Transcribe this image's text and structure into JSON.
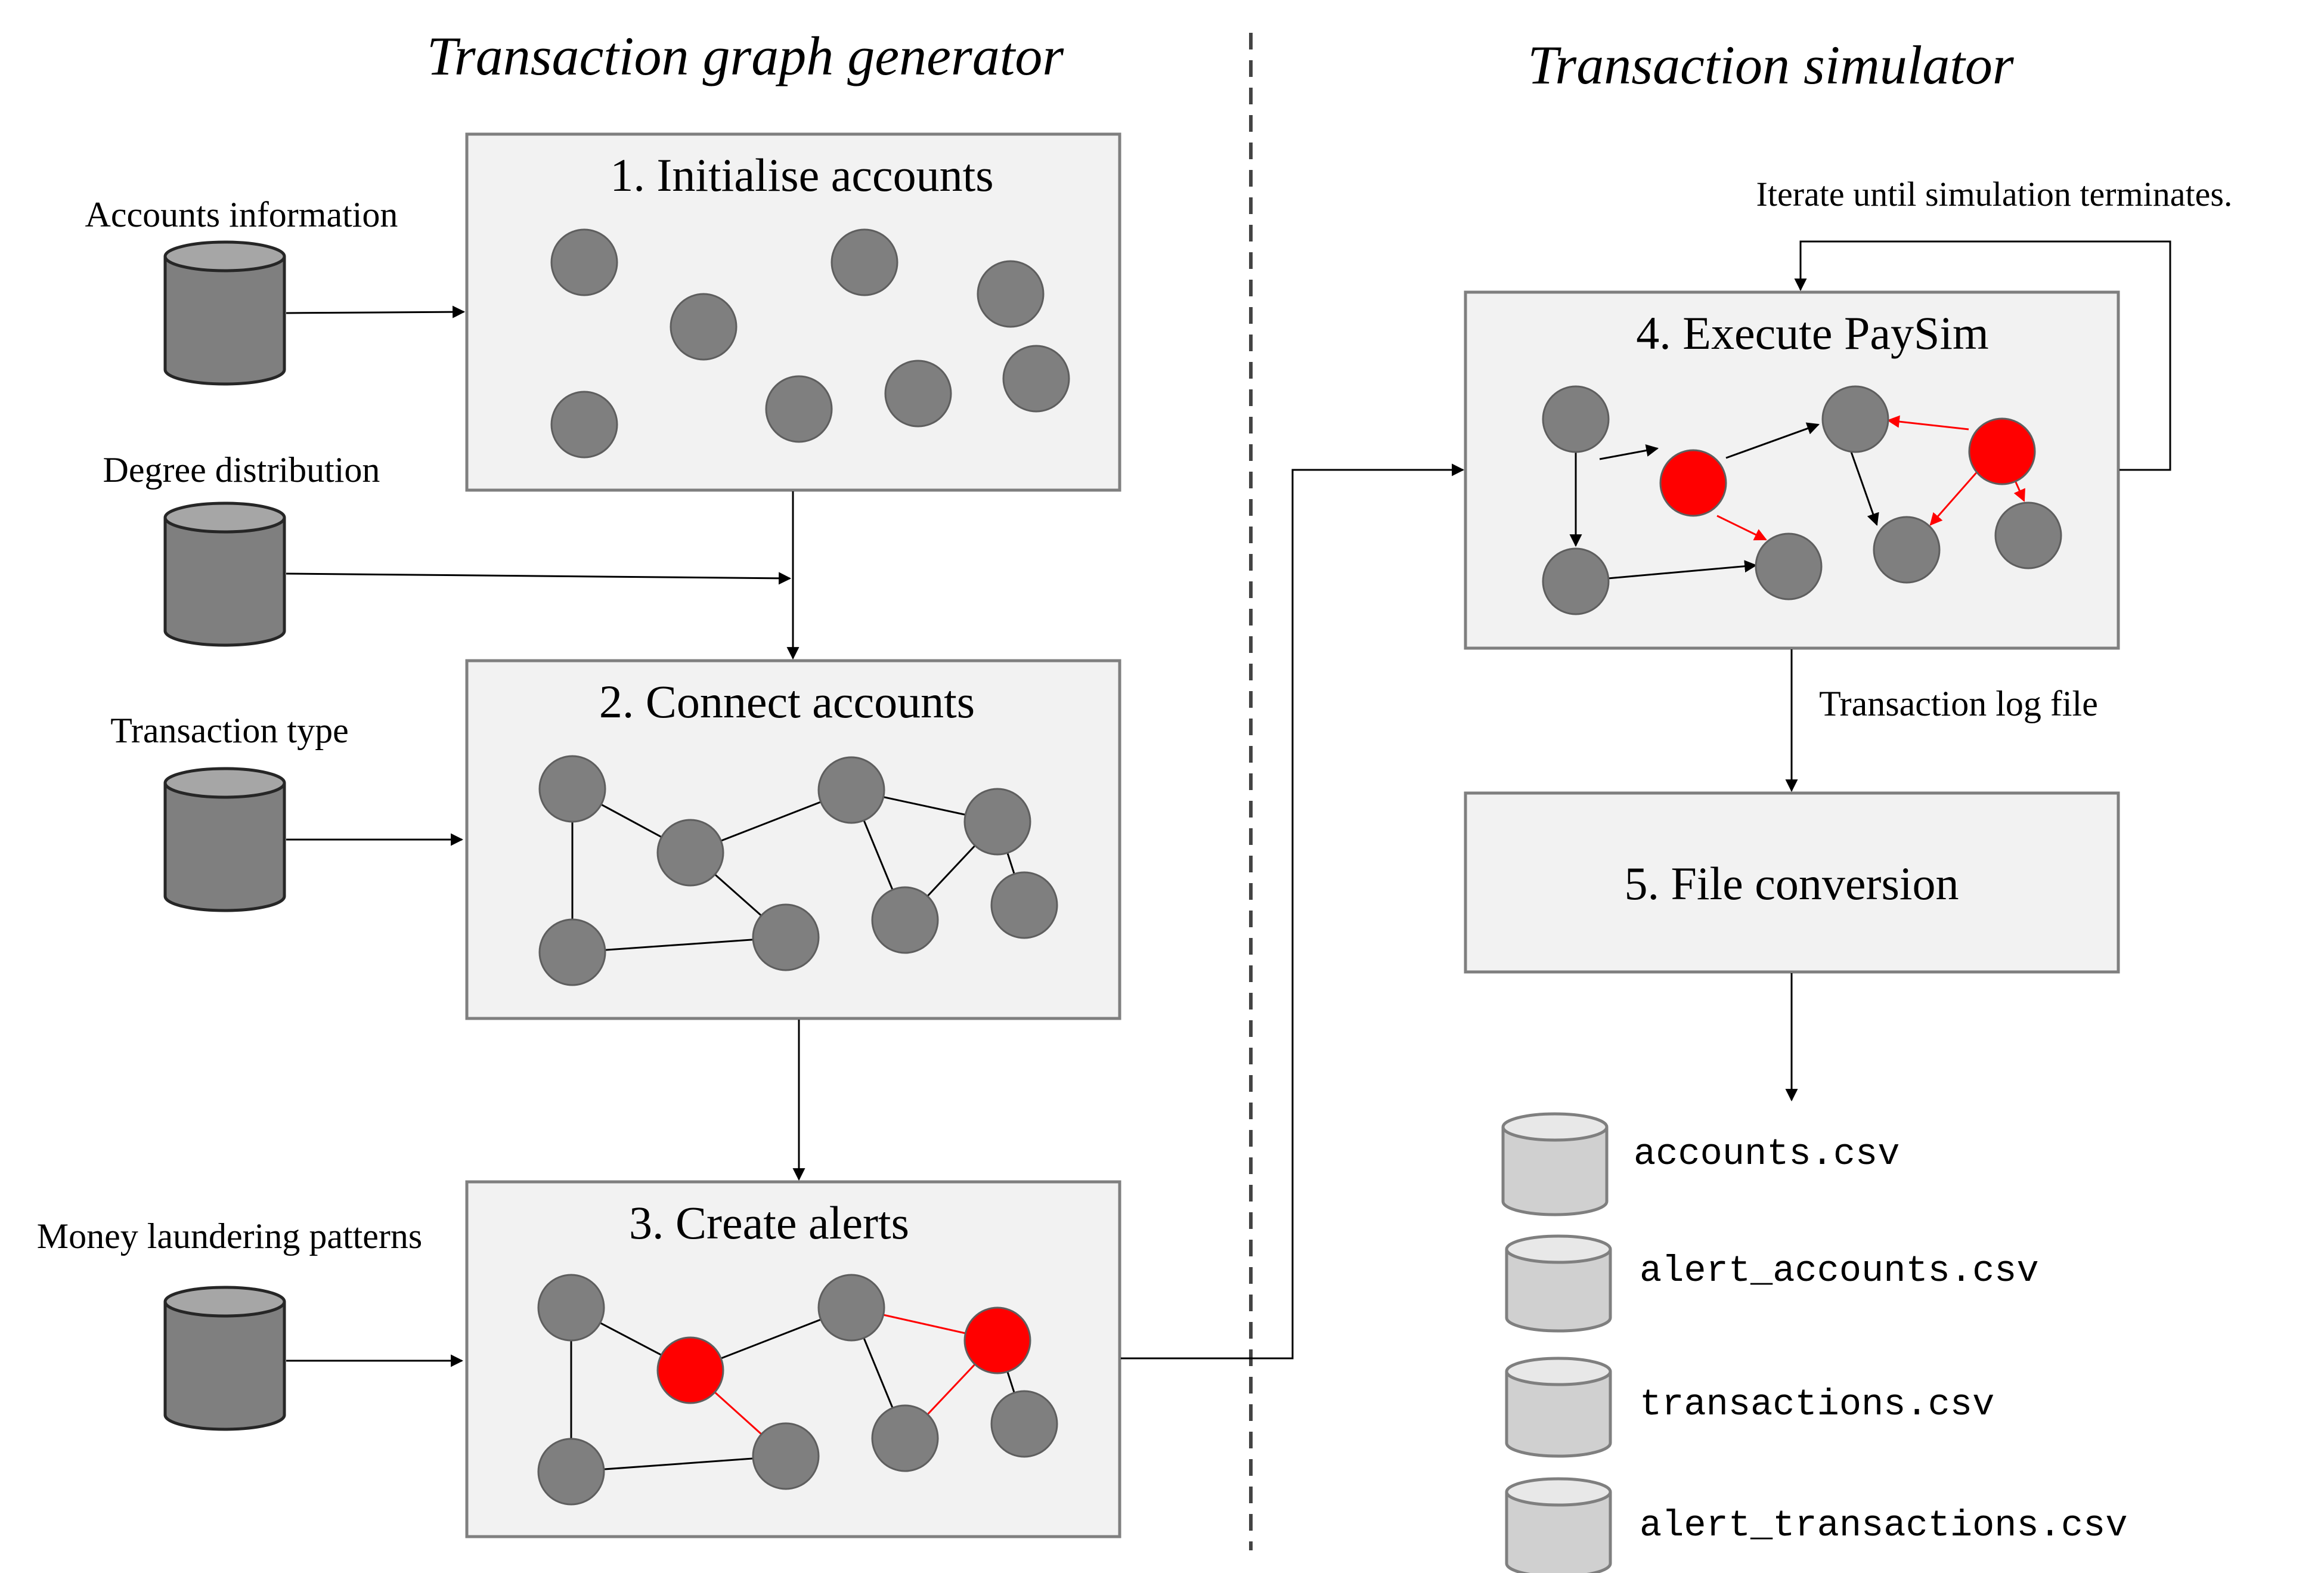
{
  "sections": {
    "left_title": "Transaction graph generator",
    "right_title": "Transaction simulator"
  },
  "inputs": [
    "Accounts information",
    "Degree distribution",
    "Transaction type",
    "Money laundering patterns"
  ],
  "steps": [
    "1. Initialise accounts",
    "2. Connect accounts",
    "3. Create alerts",
    "4. Execute PaySim",
    "5. File conversion"
  ],
  "labels": {
    "iterate": "Iterate until simulation terminates.",
    "log_file": "Transaction log file"
  },
  "outputs": [
    "accounts.csv",
    "alert_accounts.csv",
    "transactions.csv",
    "alert_transactions.csv"
  ],
  "colors": {
    "node": "#7f7f7f",
    "alert_node": "#ff0000",
    "box_fill": "#f2f2f2",
    "input_db": "#7f7f7f",
    "output_db": "#d0d0d0"
  }
}
